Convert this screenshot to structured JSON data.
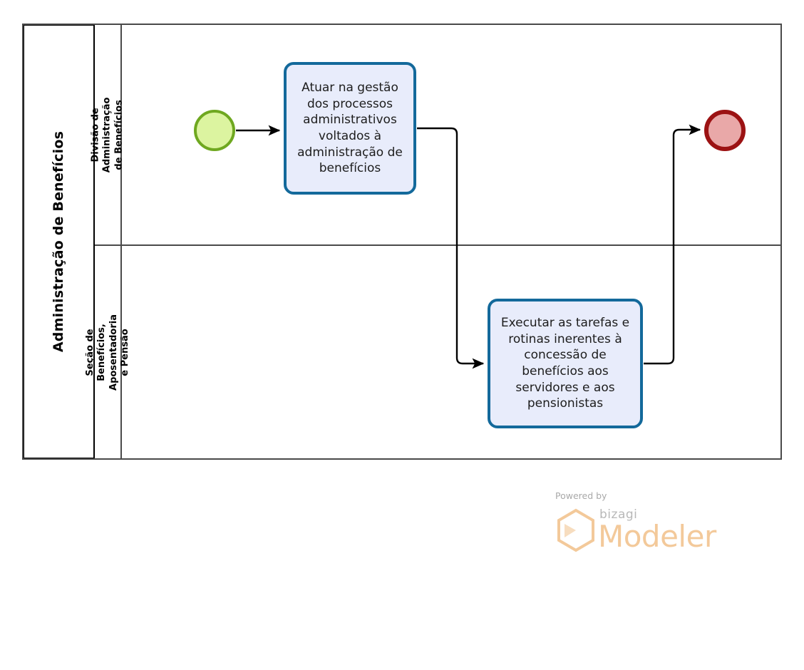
{
  "diagram": {
    "type": "bpmn-pool-lanes",
    "pool": {
      "title": "Administração de Benefícios",
      "lanes": [
        {
          "id": "lane-0",
          "title": "Divisão de Administração de Benefícios"
        },
        {
          "id": "lane-1",
          "title": "Seção de Benefícios, Aposentadoria e Pensão"
        }
      ]
    },
    "nodes": {
      "start_event": {
        "name": "start-event",
        "type": "start",
        "lane": 0
      },
      "task_1": {
        "name": "task-atuar-gestao",
        "type": "task",
        "lane": 0,
        "label": "Atuar na gestão dos processos administrativos voltados à administração de benefícios"
      },
      "task_2": {
        "name": "task-executar-tarefas",
        "type": "task",
        "lane": 1,
        "label": "Executar as tarefas e rotinas inerentes à concessão de benefícios aos servidores e aos pensionistas"
      },
      "end_event": {
        "name": "end-event",
        "type": "end",
        "lane": 0
      }
    },
    "flows": [
      {
        "name": "flow-start-to-task1",
        "from": "start_event",
        "to": "task_1"
      },
      {
        "name": "flow-task1-to-task2",
        "from": "task_1",
        "to": "task_2"
      },
      {
        "name": "flow-task2-to-end",
        "from": "task_2",
        "to": "end_event"
      }
    ],
    "colors": {
      "task_border": "#13699b",
      "task_fill": "#e8ecfb",
      "start_border": "#6fa820",
      "start_fill": "#dcf4a0",
      "end_border": "#9c1213",
      "end_fill": "#e9a8a8",
      "pool_border": "#000000",
      "lane_border": "#4a4a4a",
      "flow_line": "#000000"
    }
  },
  "watermark": {
    "powered_by": "Powered by",
    "brand": "bizagi",
    "product": "Modeler",
    "logo_icon": "hexagon-icon",
    "brand_color": "#f3c99a"
  }
}
